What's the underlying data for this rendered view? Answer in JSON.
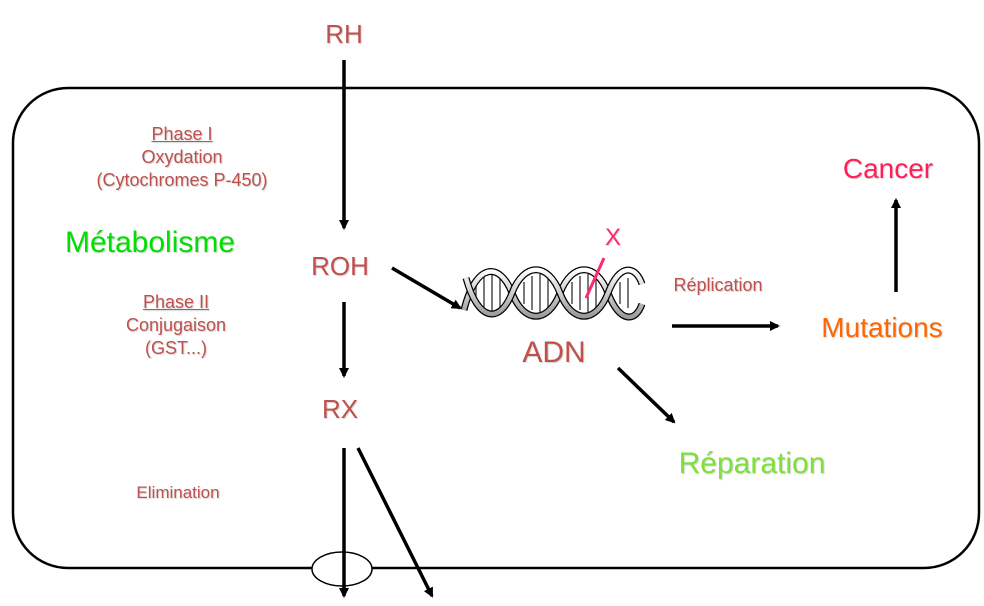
{
  "nodes": {
    "rh": "RH",
    "roh": "ROH",
    "rx": "RX",
    "adn": "ADN",
    "mutations": "Mutations",
    "cancer": "Cancer",
    "reparation": "Réparation",
    "metabolisme": "Métabolisme",
    "damage_mark": "X"
  },
  "annotations": {
    "phase1_title": "Phase I",
    "phase1_desc": "Oxydation",
    "phase1_enzyme": "(Cytochromes P-450)",
    "phase2_title": "Phase II",
    "phase2_desc": "Conjugaison",
    "phase2_enzyme": "(GST...)",
    "replication": "Réplication",
    "elimination": "Elimination"
  },
  "colors": {
    "node_text": "#c0504d",
    "metabolisme": "#00e000",
    "reparation": "#7ee03a",
    "mutations": "#ff6600",
    "cancer": "#ff1f5a",
    "damage_mark": "#ff2a6d",
    "arrows": "#000000"
  }
}
